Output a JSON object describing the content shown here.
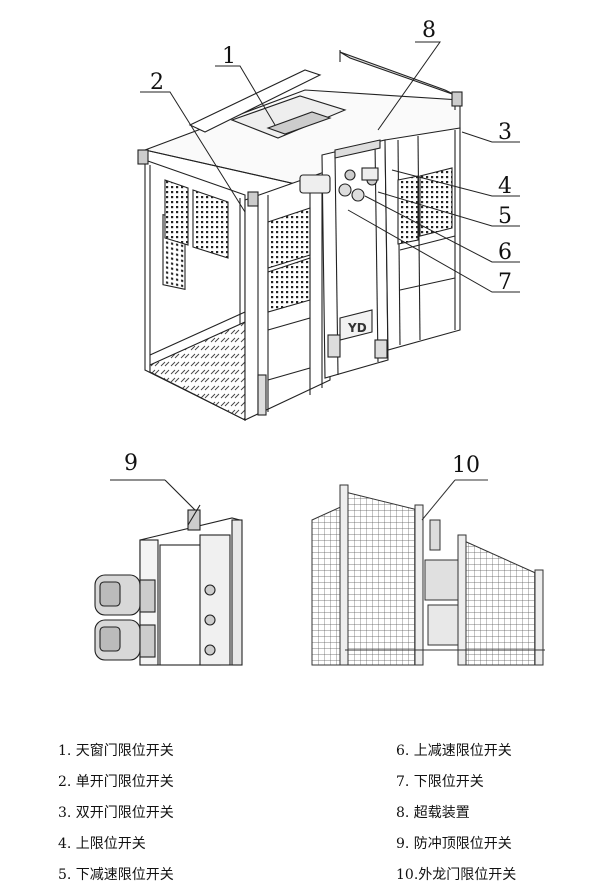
{
  "callouts": [
    "1",
    "2",
    "3",
    "4",
    "5",
    "6",
    "7",
    "8",
    "9",
    "10"
  ],
  "logo_text": "YD",
  "legend": {
    "left": [
      "1. 天窗门限位开关",
      "2. 单开门限位开关",
      "3. 双开门限位开关",
      "4. 上限位开关",
      "5. 下减速限位开关"
    ],
    "right": [
      "6. 上减速限位开关",
      "7. 下限位开关",
      "8. 超载装置",
      "9. 防冲顶限位开关",
      "10.外龙门限位开关"
    ]
  }
}
